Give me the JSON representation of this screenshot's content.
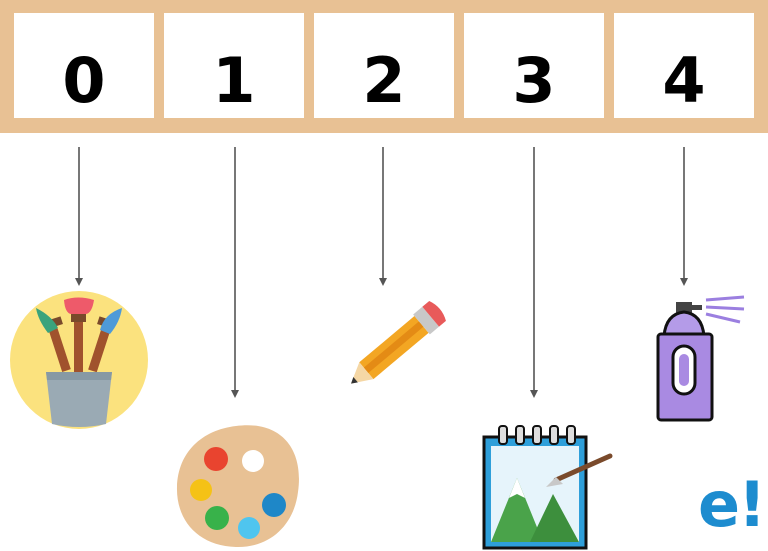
{
  "array": {
    "indices": [
      "0",
      "1",
      "2",
      "3",
      "4"
    ],
    "items": [
      {
        "index": "0",
        "icon": "paint-brushes-cup-icon"
      },
      {
        "index": "1",
        "icon": "paint-palette-icon"
      },
      {
        "index": "2",
        "icon": "pencil-icon"
      },
      {
        "index": "3",
        "icon": "sketchbook-icon"
      },
      {
        "index": "4",
        "icon": "spray-paint-can-icon"
      }
    ]
  },
  "logo": {
    "text": "e!"
  },
  "colors": {
    "frame": "#e8c194",
    "arrow": "#555555",
    "logo": "#1d8ccf"
  }
}
